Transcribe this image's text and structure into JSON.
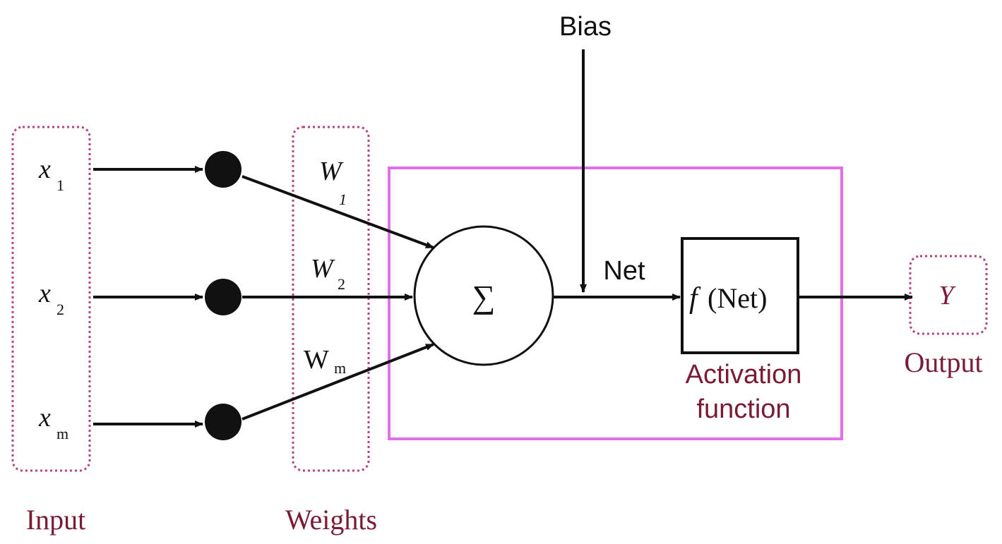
{
  "inputs": {
    "x1": {
      "base": "x",
      "sub": "1"
    },
    "x2": {
      "base": "x",
      "sub": "2"
    },
    "xm": {
      "base": "x",
      "sub": "m"
    }
  },
  "weights": {
    "w1": {
      "base": "W",
      "sub": "1"
    },
    "w2": {
      "base": "W",
      "sub": "2"
    },
    "wm": {
      "base": "W",
      "sub": "m"
    }
  },
  "labels": {
    "bias": "Bias",
    "net": "Net",
    "sum_symbol": "∑",
    "activation_f": "f",
    "activation_arg": "(Net)",
    "activation_line1": "Activation",
    "activation_line2": "function",
    "output_symbol": "Y",
    "output_caption": "Output",
    "input_caption": "Input",
    "weights_caption": "Weights"
  },
  "colors": {
    "dotted_border": "#b5427e",
    "processor_box": "#e070e8",
    "caption_maroon": "#7a1b35",
    "ink": "#111111"
  }
}
